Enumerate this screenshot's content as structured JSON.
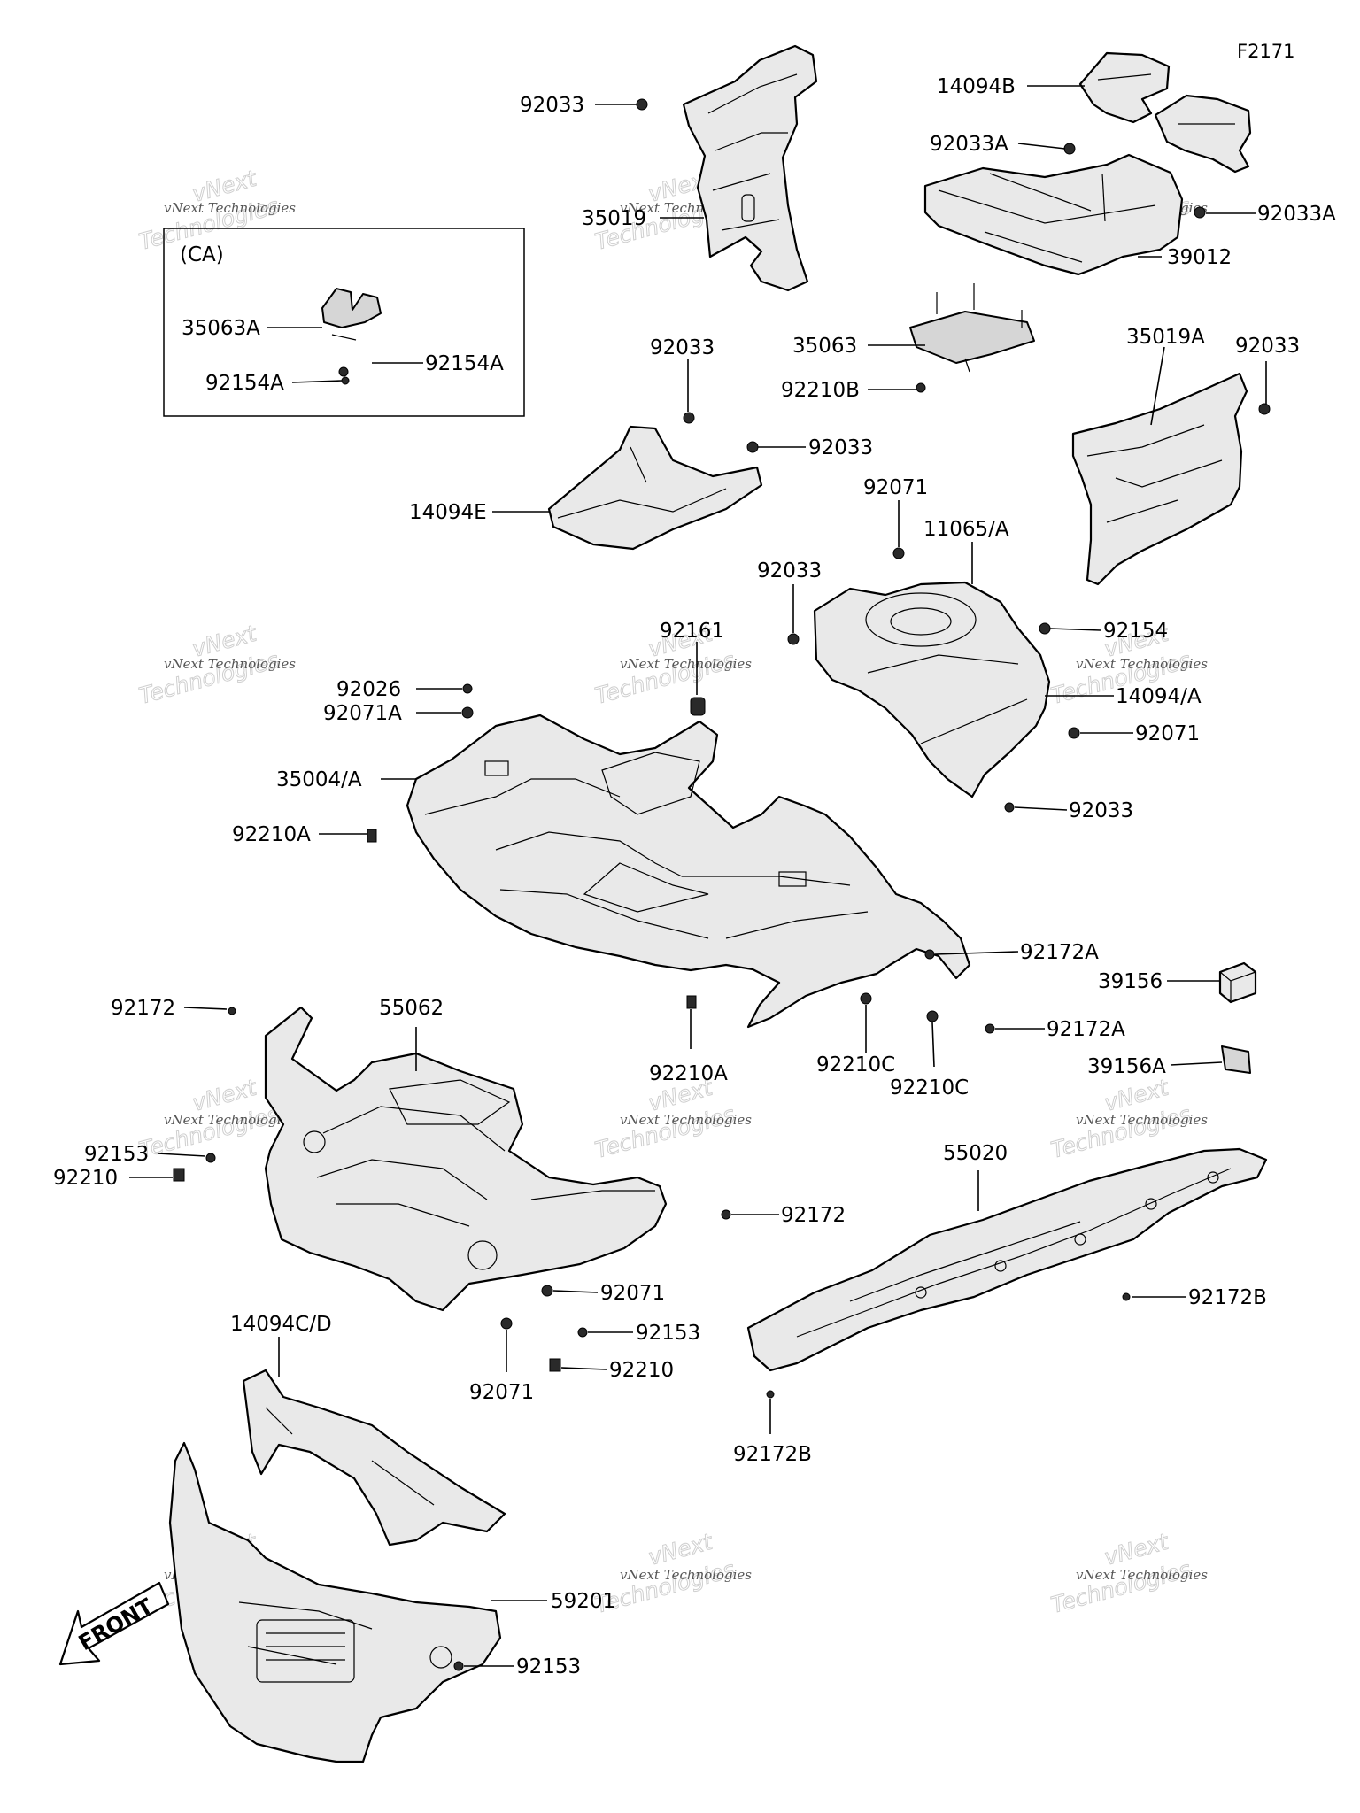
{
  "figure_id": "F2171",
  "variant_box_label": "(CA)",
  "front_label": "FRONT",
  "watermark": {
    "line1": "vNext Technologies",
    "line2": "Technologies",
    "line3": "vNext"
  },
  "part_labels": [
    "92033",
    "14094B",
    "92033A",
    "92033A",
    "39012",
    "35019",
    "35063A",
    "92154A",
    "92154A",
    "35063",
    "92210B",
    "92033",
    "92033",
    "35019A",
    "92033",
    "14094E",
    "92071",
    "11065/A",
    "92033",
    "92154",
    "92161",
    "92026",
    "92071A",
    "14094/A",
    "92071",
    "35004/A",
    "92033",
    "92210A",
    "92172A",
    "39156",
    "92172",
    "55062",
    "92172A",
    "39156A",
    "92210A",
    "92210C",
    "92210C",
    "92153",
    "92210",
    "55020",
    "92172",
    "92071",
    "92172B",
    "92153",
    "92210",
    "14094C/D",
    "92071",
    "92172B",
    "59201",
    "92153"
  ]
}
